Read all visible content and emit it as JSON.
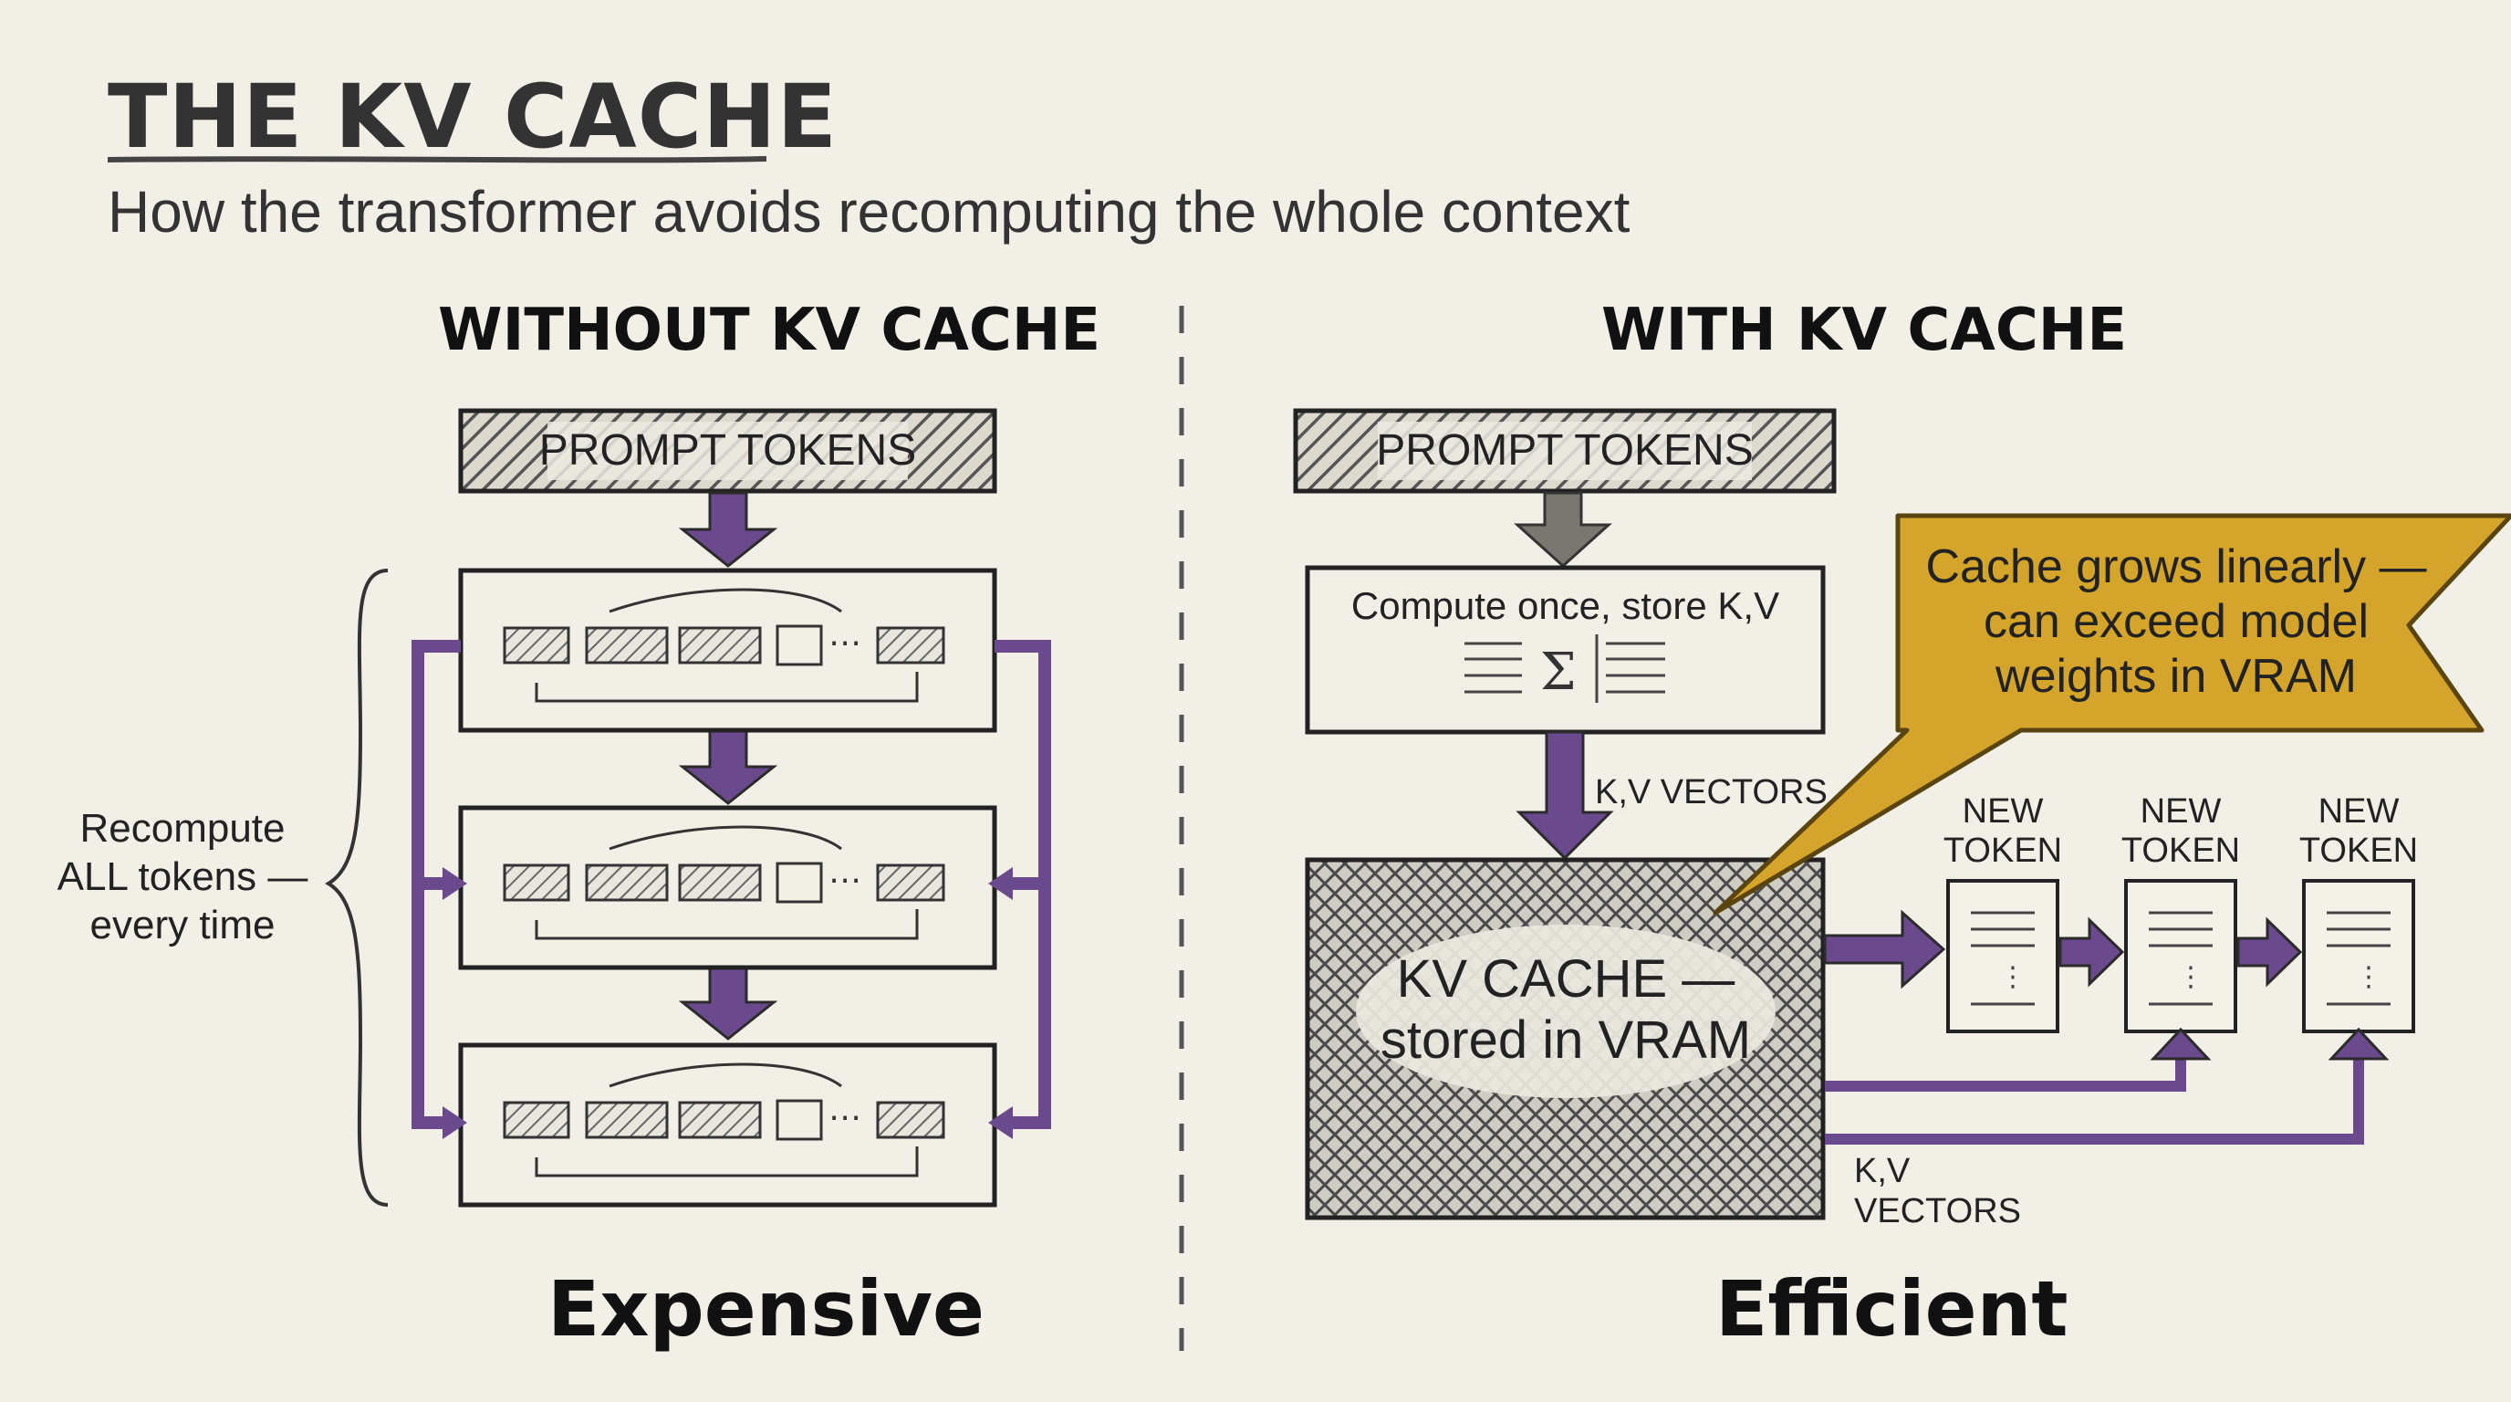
{
  "title": "THE KV CACHE",
  "subtitle": "How the transformer avoids recomputing the whole context",
  "left": {
    "heading": "WITHOUT KV CACHE",
    "prompt_label": "PROMPT TOKENS",
    "side_note": "Recompute\nALL tokens —\nevery time",
    "verdict": "Expensive"
  },
  "right": {
    "heading": "WITH KV CACHE",
    "prompt_label": "PROMPT TOKENS",
    "compute_label": "Compute once, store K,V",
    "kv_vectors_top": "K,V VECTORS",
    "cache_label": "KV CACHE —\nstored in VRAM",
    "kv_vectors_bottom": "K,V\nVECTORS",
    "callout": "Cache grows linearly —\ncan exceed model\nweights in VRAM",
    "new_tokens": [
      "NEW\nTOKEN",
      "NEW\nTOKEN",
      "NEW\nTOKEN"
    ],
    "verdict": "Efficient"
  },
  "colors": {
    "background": "#f2efe6",
    "ink": "#2b2b2b",
    "purple": "#6a4a8c",
    "callout": "#d4a52a"
  }
}
